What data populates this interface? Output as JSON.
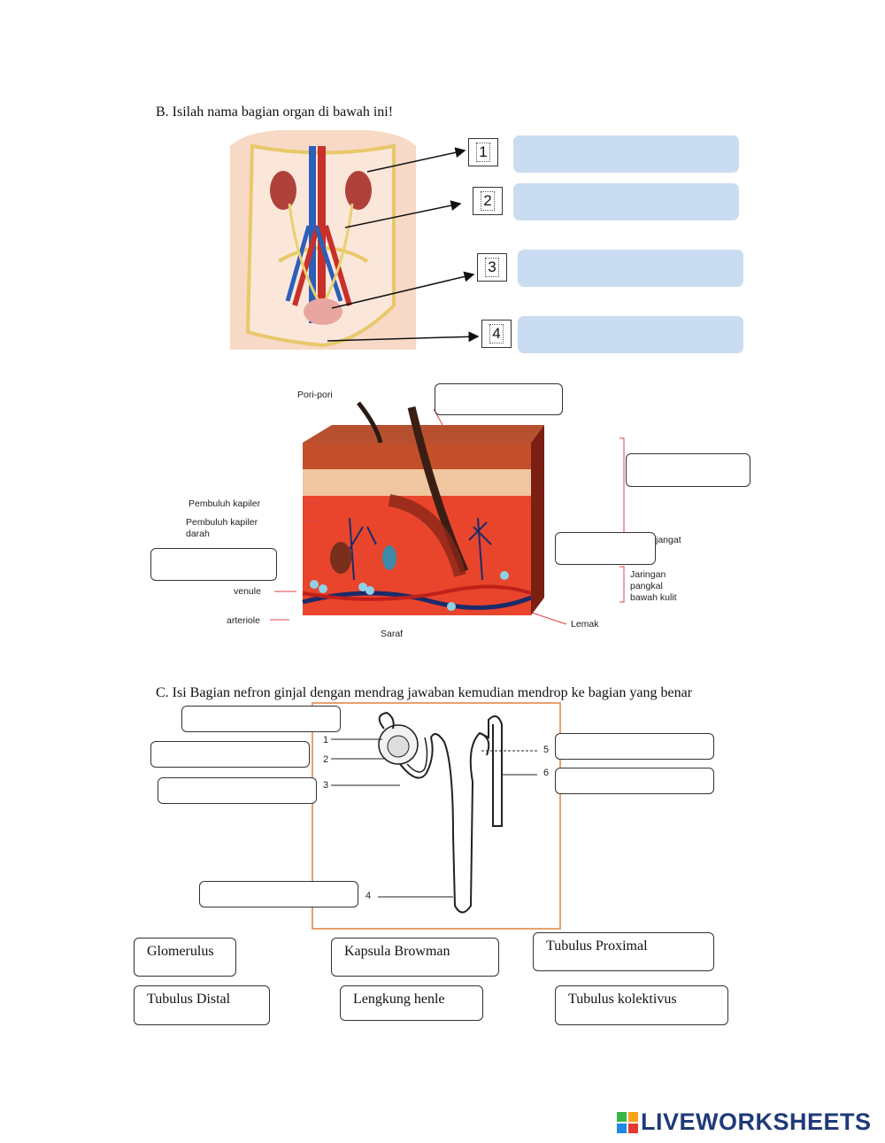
{
  "sectionB": {
    "title": "B.   Isilah nama bagian organ di bawah ini!",
    "numbers": [
      "1",
      "2",
      "3",
      "4"
    ]
  },
  "skin": {
    "labels": {
      "pori": "Pori-pori",
      "kapiler": "Pembuluh kapiler",
      "kapiler_darah_1": "Pembuluh kapiler",
      "kapiler_darah_2": "darah",
      "venule": "venule",
      "arteriole": "arteriole",
      "saraf": "Saraf",
      "lemak": "Lemak",
      "jangat": "jangat",
      "jaringan_1": "Jaringan",
      "jaringan_2": "pangkal",
      "jaringan_3": "bawah kulit"
    }
  },
  "sectionC": {
    "title": "C.   Isi Bagian nefron ginjal dengan mendrag jawaban kemudian mendrop ke bagian yang benar",
    "diagram_numbers": [
      "1",
      "2",
      "3",
      "4",
      "5",
      "6"
    ],
    "options": [
      "Glomerulus",
      "Kapsula Browman",
      "Tubulus Proximal",
      "Tubulus Distal",
      "Lengkung henle",
      "Tubulus kolektivus"
    ]
  },
  "footer": {
    "brand": "LIVEWORKSHEETS"
  },
  "colors": {
    "fill_box": "#c9dcf1",
    "brand": "#1f3a78",
    "skin_red": "#e8452c",
    "frame_orange": "#e8a070"
  }
}
